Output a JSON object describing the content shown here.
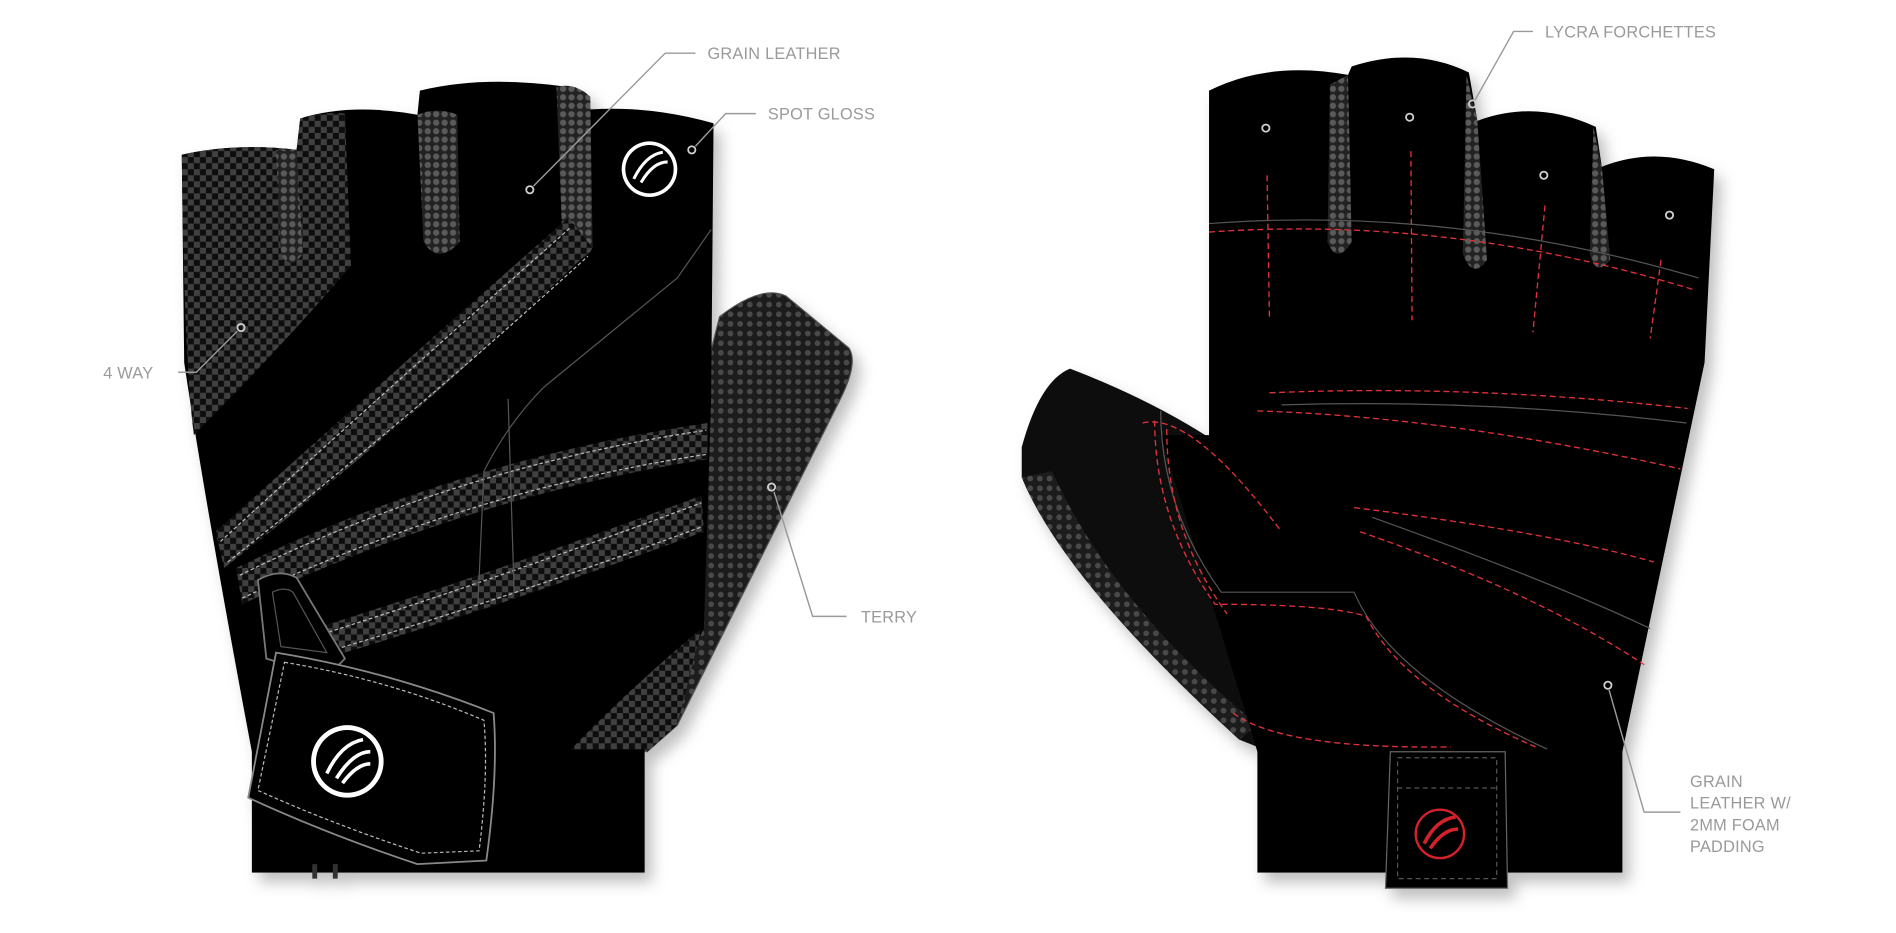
{
  "diagram": {
    "callouts": {
      "grain_leather": "GRAIN LEATHER",
      "spot_gloss": "SPOT GLOSS",
      "four_way": "4 WAY",
      "terry": "TERRY",
      "lycra_forchettes": "LYCRA FORCHETTES",
      "padding_line1": "GRAIN",
      "padding_line2": "LEATHER W/",
      "padding_line3": "2MM FOAM",
      "padding_line4": "PADDING"
    },
    "colors": {
      "glove": "#000000",
      "checker": "#3a3a3a",
      "stitch_palm": "#e0313a",
      "label": "#9a9a9a",
      "logo_palm": "#d4202a"
    },
    "icons": [
      "hand-logo-icon"
    ]
  }
}
